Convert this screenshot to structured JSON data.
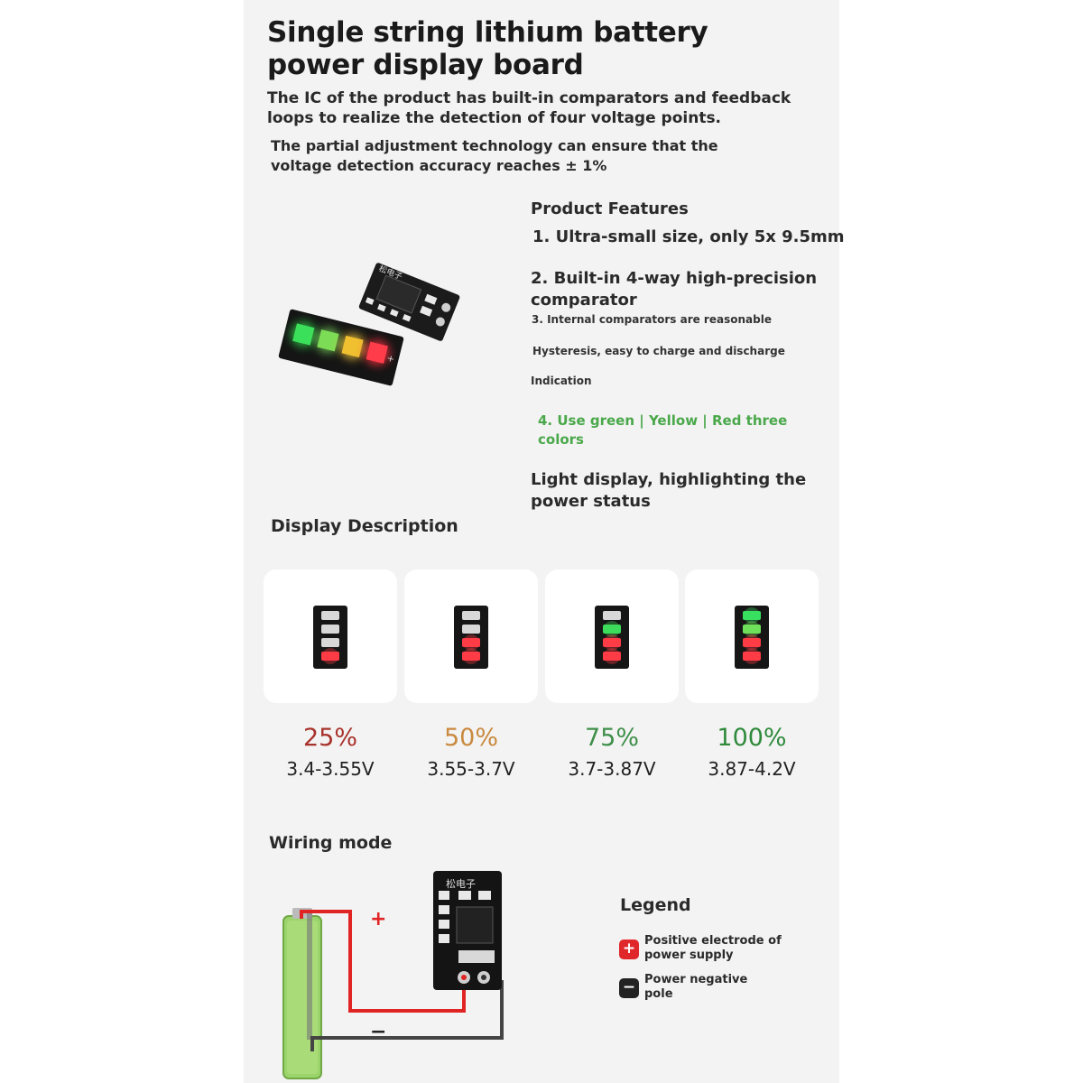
{
  "title": "Single string lithium battery power display board",
  "intro": {
    "p1": "The IC of the product has built-in comparators and feedback loops to realize the detection of four voltage points.",
    "p2": "The partial adjustment technology can ensure that the voltage detection accuracy reaches ± 1%"
  },
  "features": {
    "heading": "Product Features",
    "f1": "1. Ultra-small size, only 5x 9.5mm",
    "f2": "2. Built-in 4-way high-precision comparator",
    "f3a": "3. Internal comparators are reasonable",
    "f3b": "Hysteresis, easy to charge and discharge",
    "f3c": "Indication",
    "f4": "4. Use green | Yellow | Red three colors",
    "f5": "Light display, highlighting the power status"
  },
  "display": {
    "heading": "Display Description",
    "levels": [
      {
        "percent": "25%",
        "range": "3.4-3.55V",
        "color": "#a8322b",
        "lit": 1
      },
      {
        "percent": "50%",
        "range": "3.55-3.7V",
        "color": "#c98a3f",
        "lit": 2
      },
      {
        "percent": "75%",
        "range": "3.7-3.87V",
        "color": "#3f8f4a",
        "lit": 3
      },
      {
        "percent": "100%",
        "range": "3.87-4.2V",
        "color": "#2f8a3c",
        "lit": 4
      }
    ]
  },
  "wiring": {
    "heading": "Wiring mode",
    "plus": "+",
    "minus": "−"
  },
  "legend": {
    "heading": "Legend",
    "positive": "Positive electrode of power supply",
    "negative": "Power negative pole",
    "positive_color": "#e0282b",
    "negative_color": "#222222"
  }
}
